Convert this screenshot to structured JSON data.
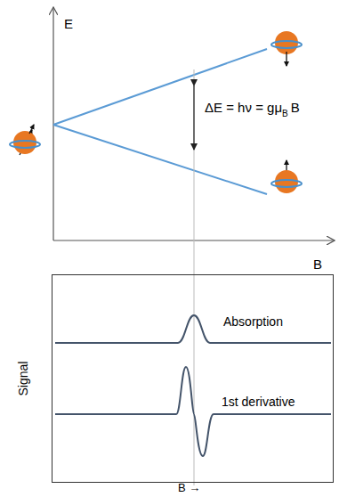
{
  "diagram": {
    "nodes": [
      {
        "text": [
          "Absorption",
          "1st derivative"
        ]
      }
    ],
    "labels": [
      "E",
      "B",
      "ΔE = hν = gμ",
      "B",
      "B",
      "Signal",
      "B →"
    ]
  }
}
